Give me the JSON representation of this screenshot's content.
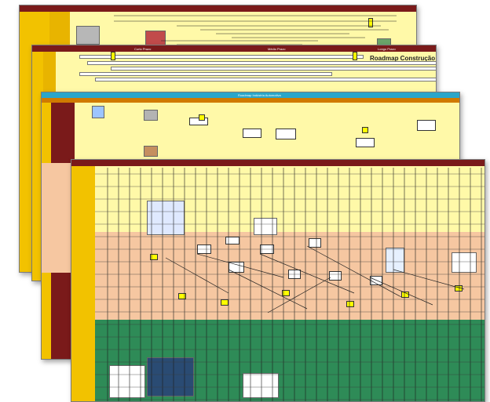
{
  "sheets": [
    {
      "id": "roadmap-sheet-1",
      "colors": {
        "header": "#7a1a1a",
        "body": "#fff9a8",
        "side": "#f2c200"
      }
    },
    {
      "id": "roadmap-sheet-2",
      "title": "Roadmap Construção Civil",
      "header_labels": [
        "Curto Prazo",
        "Médio Prazo",
        "Longo Prazo"
      ],
      "colors": {
        "header": "#7a1a1a",
        "body": "#fff9a8",
        "side": "#f2c200"
      }
    },
    {
      "id": "roadmap-sheet-3",
      "header_labels": [
        "Roadmap Indústria Automotiva"
      ],
      "colors": {
        "header": "#7a1a1a",
        "band": "#2aa6c9",
        "body": "#fff9a8",
        "side": "#f2c200",
        "peach": "#f6c7a1"
      }
    },
    {
      "id": "roadmap-sheet-4",
      "colors": {
        "header": "#7a1a1a",
        "top": "#fff9a8",
        "middle": "#f6c7a1",
        "bottom": "#2e8b57",
        "side": "#f2c200"
      }
    }
  ]
}
